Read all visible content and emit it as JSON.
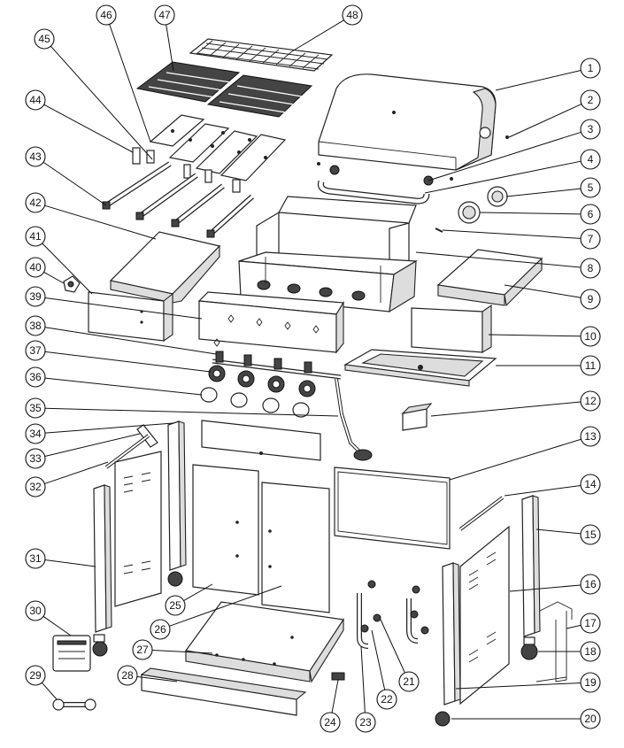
{
  "callouts": [
    "1",
    "2",
    "3",
    "4",
    "5",
    "6",
    "7",
    "8",
    "9",
    "10",
    "11",
    "12",
    "13",
    "14",
    "15",
    "16",
    "17",
    "18",
    "19",
    "20",
    "21",
    "22",
    "23",
    "24",
    "25",
    "26",
    "27",
    "28",
    "29",
    "30",
    "31",
    "32",
    "33",
    "34",
    "35",
    "36",
    "37",
    "38",
    "39",
    "40",
    "41",
    "42",
    "43",
    "44",
    "45",
    "46",
    "47",
    "48"
  ],
  "colors": {
    "line": "#222222",
    "fill": "#ffffff",
    "shade": "#dddddd"
  }
}
